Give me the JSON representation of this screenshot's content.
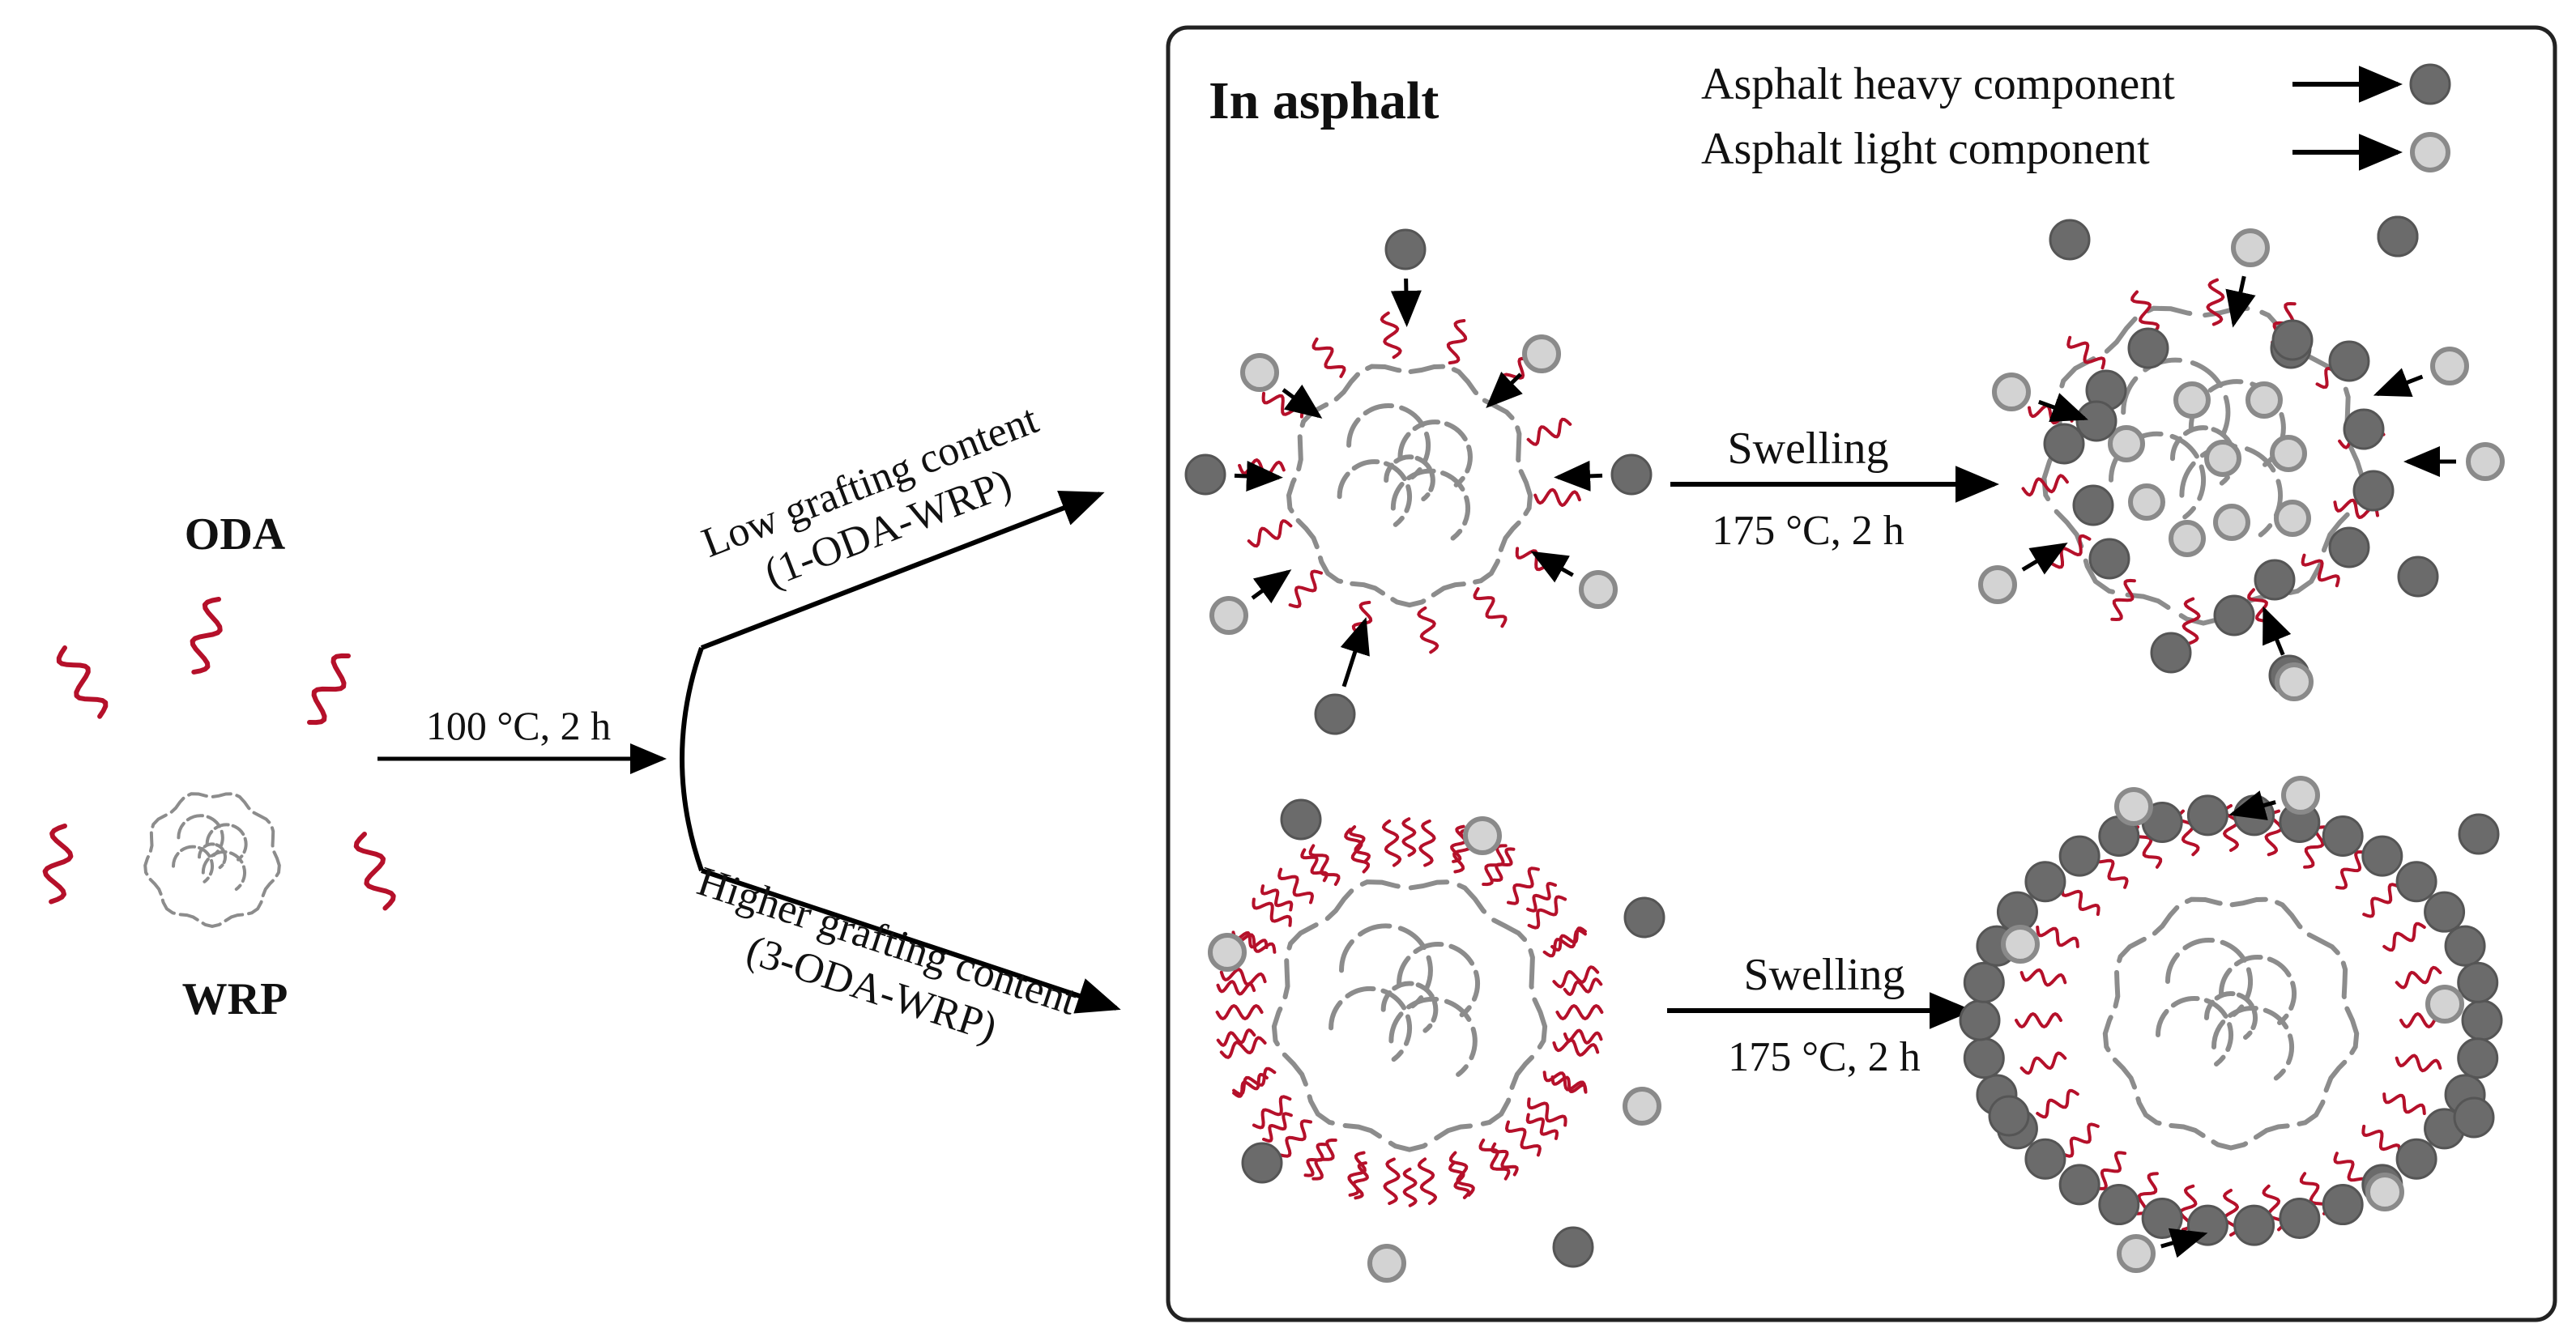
{
  "left": {
    "oda_label": "ODA",
    "wrp_label": "WRP",
    "condition_label": "100 °C, 2 h"
  },
  "branches": {
    "upper_line1": "Low grafting content",
    "upper_line2": "(1-ODA-WRP)",
    "lower_line1": "Higher grafting content",
    "lower_line2": "(3-ODA-WRP)"
  },
  "panel": {
    "title": "In asphalt",
    "legend": [
      {
        "label": "Asphalt heavy component",
        "fill": "#6b6b6b",
        "stroke": "#555555"
      },
      {
        "label": "Asphalt light component",
        "fill": "#d3d3d3",
        "stroke": "#8a8a8a"
      }
    ],
    "process_top": {
      "label": "Swelling",
      "condition": "175 °C, 2 h"
    },
    "process_bottom": {
      "label": "Swelling",
      "condition": "175 °C, 2 h"
    }
  },
  "colors": {
    "chain": "#b5102a",
    "heavy": "#6b6b6b",
    "light": "#d3d3d3",
    "wrp_dash": "#8c8c8c",
    "arrow": "#000000",
    "panel_border": "#222222"
  }
}
